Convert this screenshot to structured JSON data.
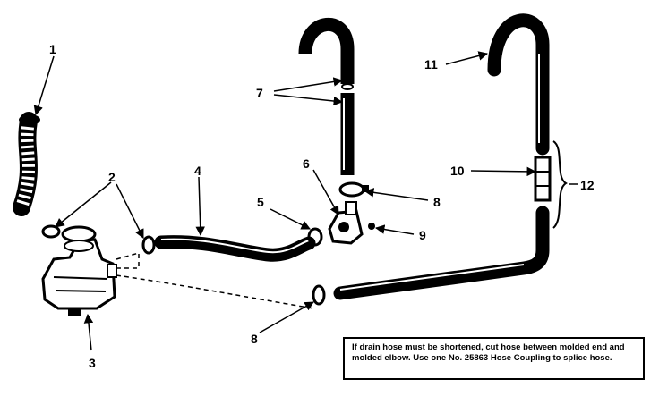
{
  "callouts": {
    "c1": "1",
    "c2": "2",
    "c3": "3",
    "c4": "4",
    "c5": "5",
    "c6": "6",
    "c7": "7",
    "c8a": "8",
    "c8b": "8",
    "c9": "9",
    "c10": "10",
    "c11": "11",
    "c12": "12"
  },
  "note": "If drain hose must be shortened, cut hose between molded end and molded elbow. Use one No. 25863 Hose Coupling to splice hose.",
  "colors": {
    "ink": "#000000",
    "paper": "#ffffff",
    "hose_highlight": "#ffffff"
  },
  "icons": [
    "hose-clamp-icon",
    "pump-icon",
    "coupling-icon",
    "screw-icon"
  ]
}
